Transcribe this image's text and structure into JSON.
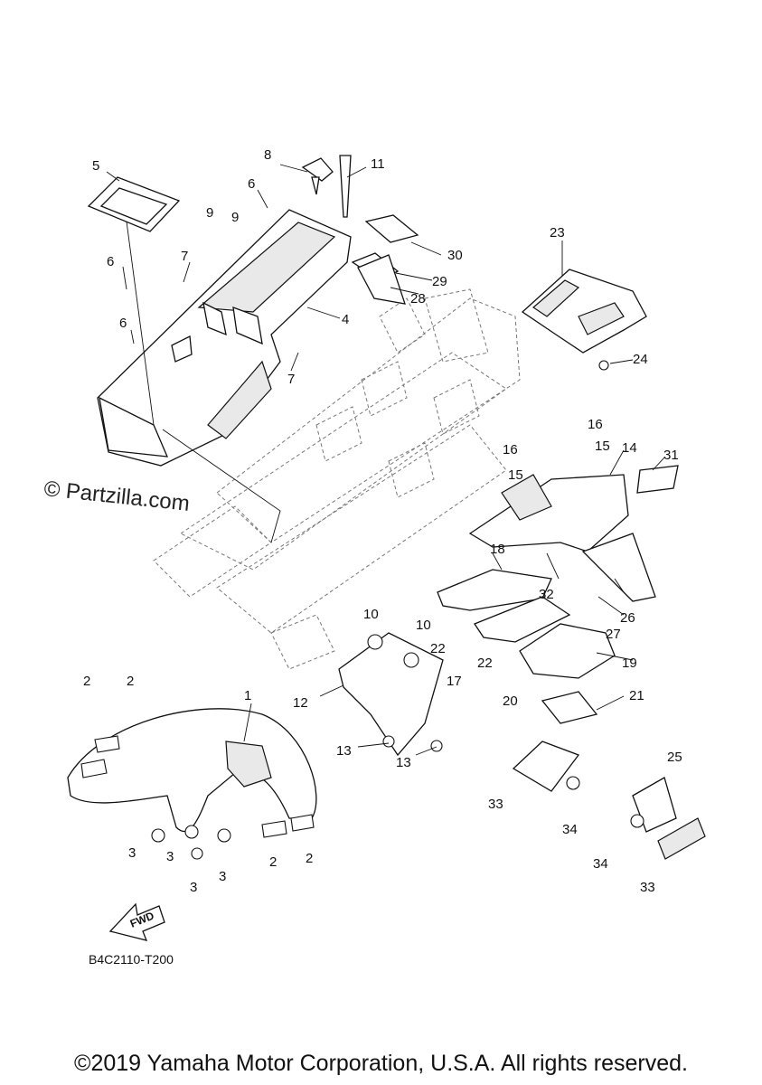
{
  "watermark": "© Partzilla.com",
  "diagram_code": "B4C2110-T200",
  "fwd_label": "FWD",
  "copyright": "©2019 Yamaha Motor Corporation, U.S.A. All rights reserved.",
  "callouts": [
    "1",
    "2",
    "3",
    "4",
    "5",
    "6",
    "7",
    "8",
    "9",
    "10",
    "11",
    "12",
    "13",
    "14",
    "15",
    "16",
    "17",
    "18",
    "19",
    "20",
    "21",
    "22",
    "23",
    "24",
    "25",
    "26",
    "27",
    "28",
    "29",
    "30",
    "31",
    "32",
    "33",
    "34"
  ]
}
